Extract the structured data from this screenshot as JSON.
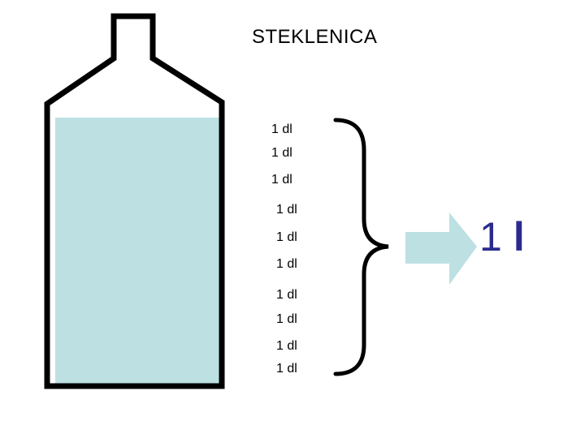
{
  "title": "STEKLENICA",
  "measure_labels": [
    "1 dl",
    "1 dl",
    "1 dl",
    "1 dl",
    "1 dl",
    "1 dl",
    "1 dl",
    "1 dl",
    "1 dl",
    "1 dl"
  ],
  "result": {
    "number": "1",
    "unit": "l"
  },
  "colors": {
    "water": "#bde0e3",
    "outline": "#000000",
    "result_text": "#2b2b8f"
  },
  "icons": {
    "bottle": "bottle-icon",
    "brace": "right-curly-brace",
    "arrow": "right-arrow"
  }
}
